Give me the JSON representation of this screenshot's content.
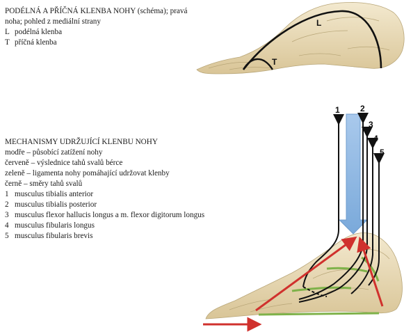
{
  "arch_legend": {
    "title_line1": "PODÉLNÁ A PŘÍČNÁ KLENBA NOHY (schéma); pravá",
    "title_line2": "noha; pohled z mediální strany",
    "items": [
      {
        "key": "L",
        "text": "podélná klenba"
      },
      {
        "key": "T",
        "text": "příčná klenba"
      }
    ],
    "figure_labels": {
      "L": "L",
      "T": "T"
    }
  },
  "mechanism_legend": {
    "title": "MECHANISMY UDRŽUJÍCÍ KLENBU NOHY",
    "color_key": [
      "modře – působící zatížení nohy",
      "červeně – výslednice tahů svalů bérce",
      "zeleně – ligamenta nohy pomáhající udržovat klenby",
      "černě – směry tahů svalů"
    ],
    "muscles": [
      {
        "num": "1",
        "name": "musculus tibialis anterior"
      },
      {
        "num": "2",
        "name": "musculus tibialis posterior"
      },
      {
        "num": "3",
        "name": "musculus flexor hallucis longus a m. flexor digitorum longus"
      },
      {
        "num": "4",
        "name": "musculus fibularis longus"
      },
      {
        "num": "5",
        "name": "musculus fibularis brevis"
      }
    ],
    "arrow_labels": [
      "1",
      "2",
      "3",
      "4",
      "5"
    ]
  },
  "colors": {
    "load_blue": "#8fb8e4",
    "muscle_red": "#d0312d",
    "ligament_green": "#7fb24a",
    "bone": "#e8d9b4",
    "tendon_black": "#111111"
  }
}
